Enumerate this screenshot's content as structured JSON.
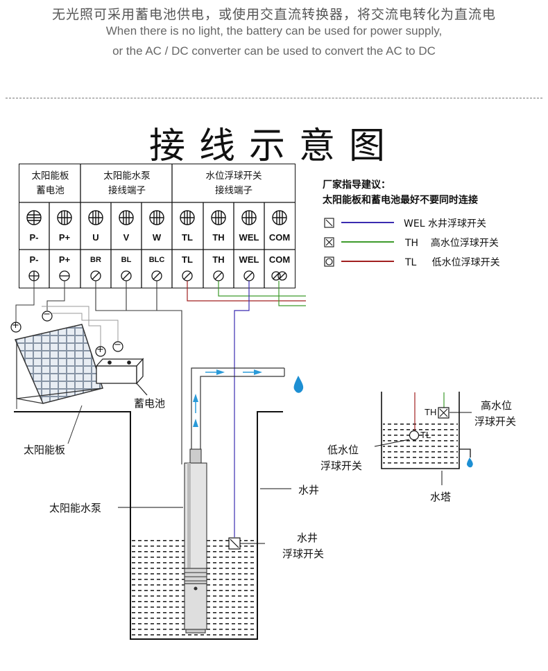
{
  "header": {
    "cn": "无光照可采用蓄电池供电，或使用交直流转换器，将交流电转化为直流电",
    "en1": "When there is no light, the battery can be used for power supply,",
    "en2": "or the AC / DC converter can be used to convert the AC to DC"
  },
  "title": "接线示意图",
  "table": {
    "groups": [
      {
        "line1": "太阳能板",
        "line2": "蓄电池"
      },
      {
        "line1": "太阳能水泵",
        "line2": "接线端子"
      },
      {
        "line1": "水位浮球开关",
        "line2": "接线端子"
      }
    ],
    "top_terminals": [
      "P-",
      "P+",
      "U",
      "V",
      "W",
      "TL",
      "TH",
      "WEL",
      "COM"
    ],
    "bottom_terminals": [
      "P-",
      "P+",
      "BR",
      "BL",
      "BLC",
      "TL",
      "TH",
      "WEL",
      "COM"
    ]
  },
  "advice": {
    "title": "厂家指导建议：",
    "text": "太阳能板和蓄电池最好不要同时连接"
  },
  "legend": [
    {
      "code": "WEL",
      "desc": "水井浮球开关",
      "color": "#3a2bb0",
      "icon": "slash-box-icon"
    },
    {
      "code": "TH",
      "desc": "高水位浮球开关",
      "color": "#3c9a2a",
      "icon": "cross-box-icon"
    },
    {
      "code": "TL",
      "desc": "低水位浮球开关",
      "color": "#a11f1f",
      "icon": "circle-box-icon"
    }
  ],
  "labels": {
    "battery": "蓄电池",
    "solar_panel": "太阳能板",
    "well": "水井",
    "pump": "太阳能水泵",
    "well_float_1": "水井",
    "well_float_2": "浮球开关",
    "tower": "水塔",
    "high_1": "高水位",
    "high_2": "浮球开关",
    "low_1": "低水位",
    "low_2": "浮球开关",
    "th": "TH",
    "tl": "TL",
    "plus": "+",
    "minus": "−"
  }
}
